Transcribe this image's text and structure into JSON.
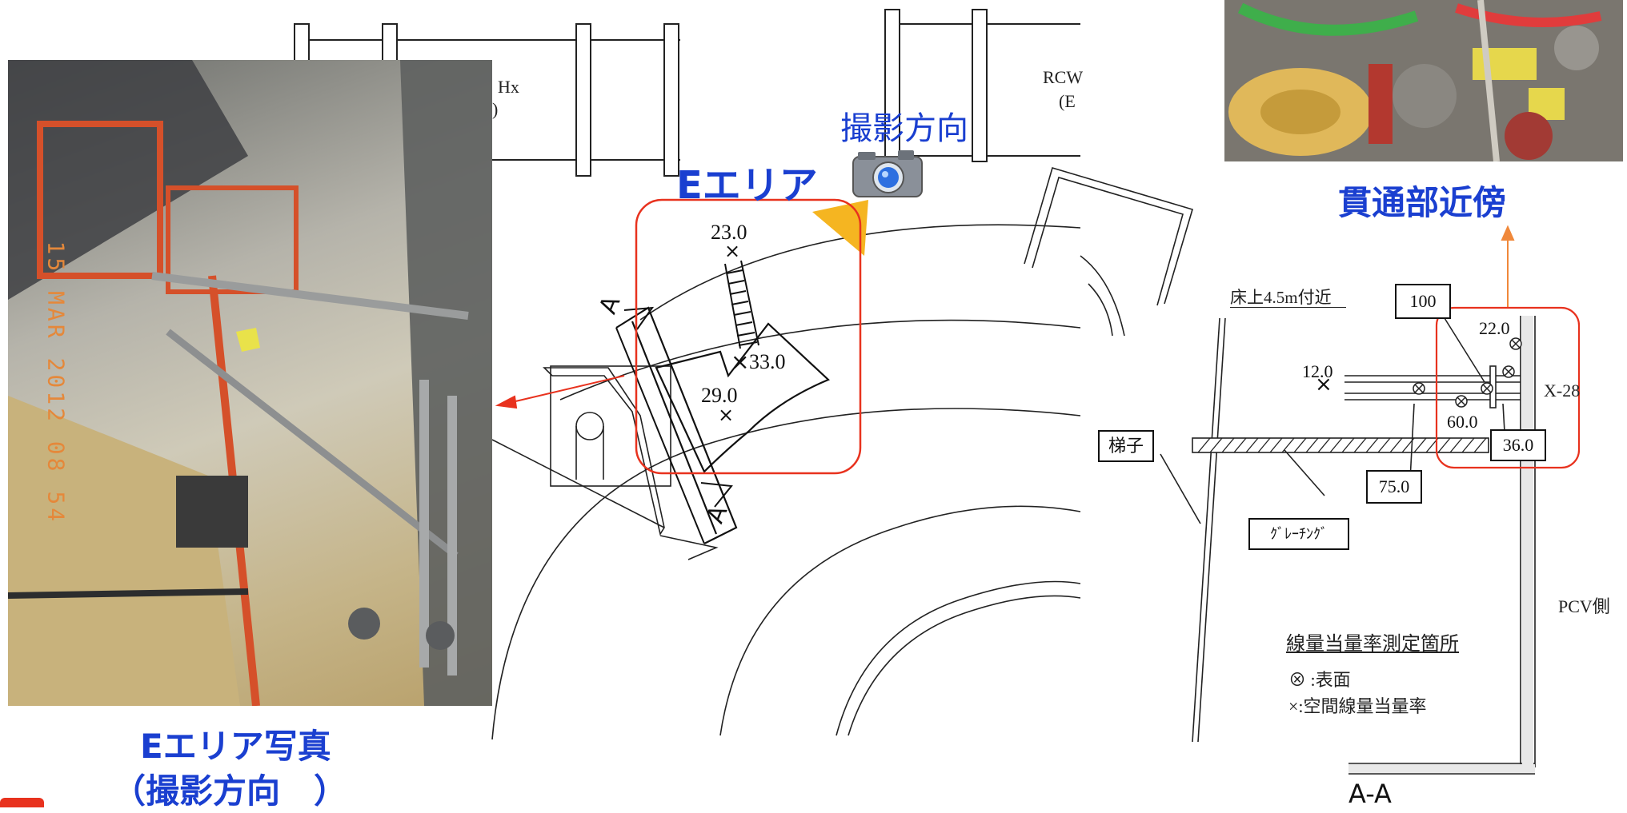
{
  "schematic": {
    "hx_label": "Hx",
    "hx_paren": ")",
    "rcw_label": "RCW",
    "rcw_paren": "(E"
  },
  "camera": {
    "direction_label": "撮影方向",
    "icon": "camera-icon"
  },
  "area_e": {
    "title": "Eエリア",
    "readings": [
      "23.0",
      "33.0",
      "29.0"
    ],
    "section_marker": "A",
    "box_color": "#e8321e"
  },
  "photo_left": {
    "caption_line1": "Eエリア写真",
    "caption_line2": "（撮影方向　）",
    "date_stamp": "15 MAR 2012 08 54"
  },
  "photo_right": {
    "caption": "貫通部近傍"
  },
  "section_aa": {
    "floor_label": "床上4.5m付近",
    "ladder_label": "梯子",
    "grating_label": "ｸﾞﾚｰﾁﾝｸﾞ",
    "pcv_label": "PCV側",
    "x28_label": "X-28",
    "values": {
      "v100": "100",
      "v22": "22.0",
      "v12": "12.0",
      "v60": "60.0",
      "v36": "36.0",
      "v75": "75.0"
    },
    "legend_title": "線量当量率測定箇所",
    "legend_surface": "⊗ :表面",
    "legend_air": "×:空間線量当量率",
    "section_caption": "A-A"
  },
  "colors": {
    "title_blue": "#1a3fd0",
    "callout_red": "#e8321e",
    "arrow_orange": "#f0883a"
  }
}
